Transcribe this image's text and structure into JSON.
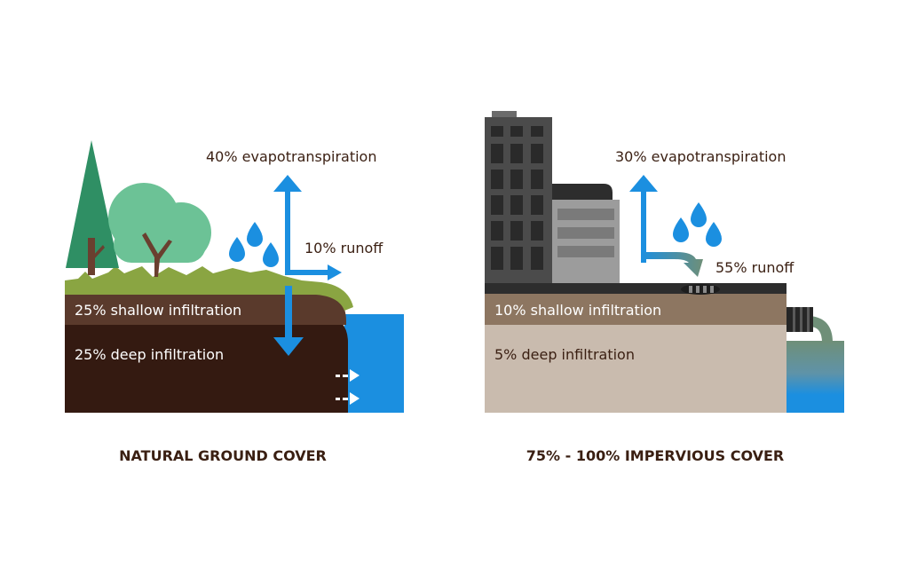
{
  "colors": {
    "water": "#1b8fe0",
    "arrow": "#1b8fe0",
    "label_dark": "#3a1f12",
    "label_light": "#ffffff",
    "natural_shallow": "#5a3a2c",
    "natural_deep": "#341a11",
    "grass": "#8aa542",
    "tree_dark": "#2f8f64",
    "tree_light": "#6cc296",
    "trunk": "#6a3f2f",
    "impervious_shallow": "#8d7661",
    "impervious_deep": "#c9bbae",
    "asphalt": "#2d2d2d",
    "building_dark": "#4b4b4b",
    "building_light": "#9c9c9c",
    "pipe": "#262626",
    "pipe_outflow": "#6f8f78"
  },
  "icons": [
    "pine-tree-icon",
    "oak-tree-icon",
    "raindrop-icon",
    "storm-drain-icon",
    "pipe-icon"
  ],
  "natural": {
    "caption": "NATURAL GROUND COVER",
    "evapotranspiration": "40% evapotranspiration",
    "runoff": "10% runoff",
    "shallow_infiltration": "25% shallow infiltration",
    "deep_infiltration": "25% deep infiltration"
  },
  "impervious": {
    "caption": "75% - 100% IMPERVIOUS COVER",
    "evapotranspiration": "30% evapotranspiration",
    "runoff": "55% runoff",
    "shallow_infiltration": "10% shallow infiltration",
    "deep_infiltration": "5% deep infiltration"
  }
}
